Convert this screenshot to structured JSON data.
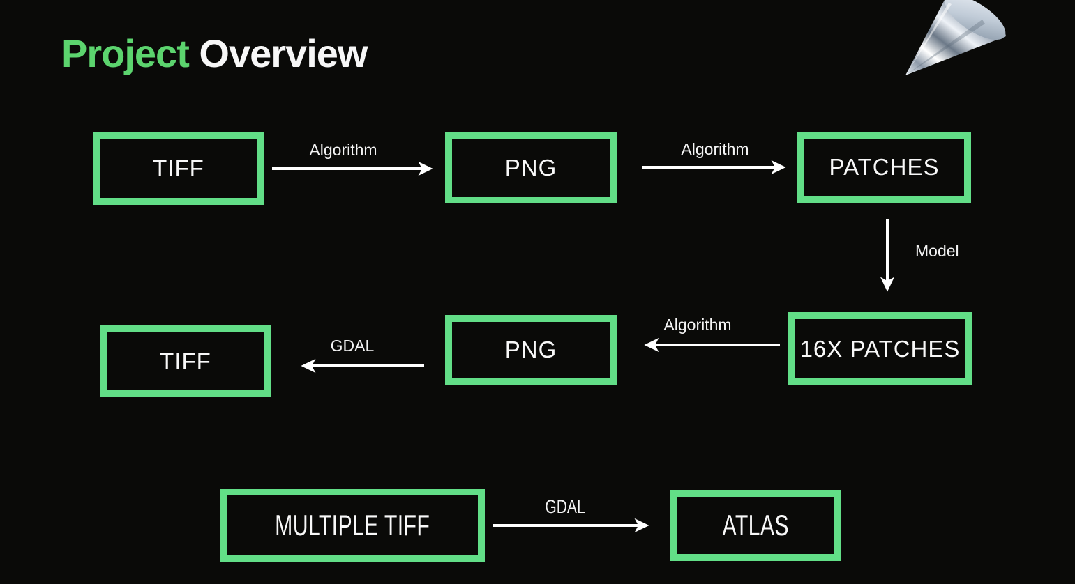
{
  "slide": {
    "title": {
      "highlight": "Project",
      "rest": " Overview"
    }
  },
  "colors": {
    "background": "#0a0a08",
    "box_green": "#62de87",
    "title_green": "#5cd46e",
    "text_white": "#f7f7f7",
    "arrow_white": "#ffffff"
  },
  "logo": {
    "icon": "cone-3d-icon"
  },
  "flow": {
    "nodes": {
      "tiff1": {
        "label": "TIFF"
      },
      "png1": {
        "label": "PNG"
      },
      "patches": {
        "label": "PATCHES"
      },
      "patches16": {
        "label": "16X PATCHES"
      },
      "png2": {
        "label": "PNG"
      },
      "tiff2": {
        "label": "TIFF"
      },
      "multitiff": {
        "label": "MULTIPLE TIFF"
      },
      "atlas": {
        "label": "ATLAS"
      }
    },
    "edges": {
      "tiff1_png1": {
        "label": "Algorithm",
        "direction": "right"
      },
      "png1_patches": {
        "label": "Algorithm",
        "direction": "right"
      },
      "patches_patches16": {
        "label": "Model",
        "direction": "down"
      },
      "patches16_png2": {
        "label": "Algorithm",
        "direction": "left"
      },
      "png2_tiff2": {
        "label": "GDAL",
        "direction": "left"
      },
      "multitiff_atlas": {
        "label": "GDAL",
        "direction": "right"
      }
    }
  }
}
